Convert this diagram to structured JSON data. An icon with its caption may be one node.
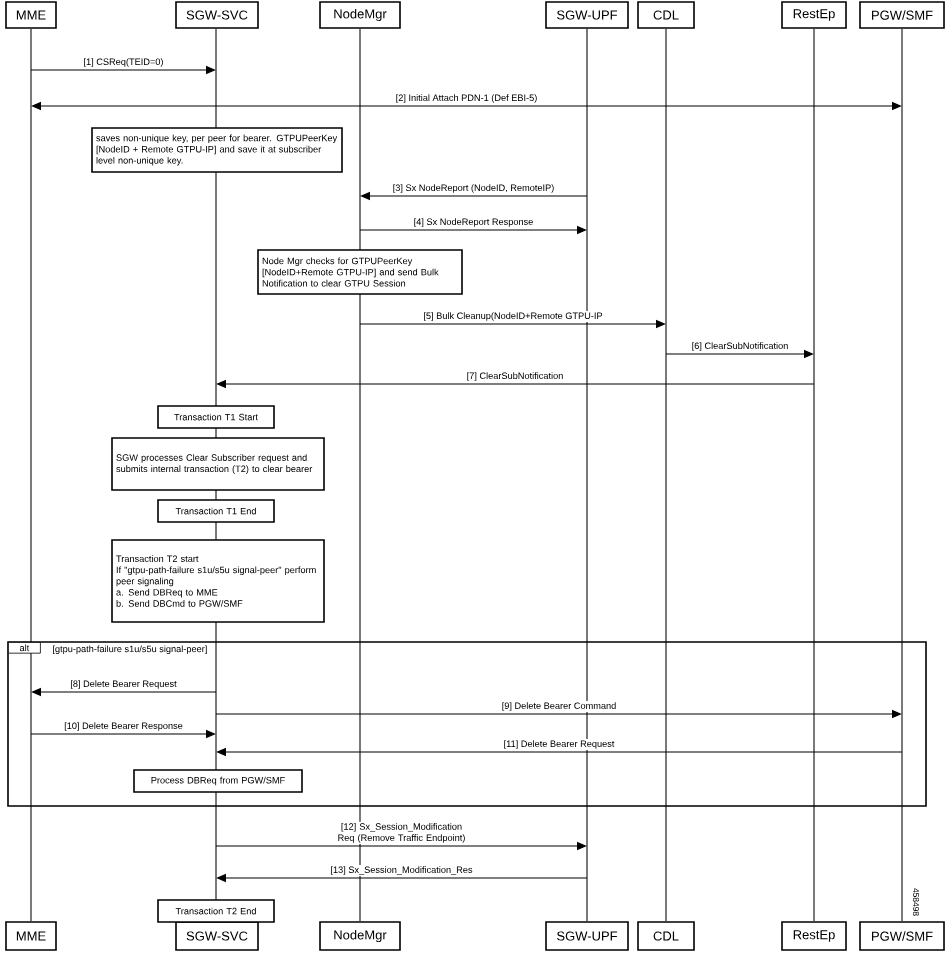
{
  "diagram": {
    "nodes": [
      {
        "text": [
          "MME"
        ]
      },
      {
        "text": [
          "SGW-SVC"
        ]
      },
      {
        "text": [
          "NodeMgr"
        ]
      },
      {
        "text": [
          "SGW-UPF"
        ]
      },
      {
        "text": [
          "CDL"
        ]
      },
      {
        "text": [
          "RestEp"
        ]
      },
      {
        "text": [
          "PGW/SMF"
        ]
      },
      {
        "text": [
          "MME"
        ]
      },
      {
        "text": [
          "SGW-SVC"
        ]
      },
      {
        "text": [
          "NodeMgr"
        ]
      },
      {
        "text": [
          "SGW-UPF"
        ]
      },
      {
        "text": [
          "CDL"
        ]
      },
      {
        "text": [
          "RestEp"
        ]
      },
      {
        "text": [
          "PGW/SMF"
        ]
      },
      {
        "text": [],
        "shape": "bar"
      },
      {
        "text": [],
        "shape": "bar"
      },
      {
        "text": [],
        "shape": "bar"
      },
      {
        "text": [],
        "shape": "bar"
      },
      {
        "text": [],
        "shape": "bar"
      },
      {
        "text": [],
        "shape": "bar"
      },
      {
        "text": [],
        "shape": "bar"
      },
      {
        "text": [],
        "shape": "bar"
      },
      {
        "text": [],
        "shape": "bar"
      },
      {
        "text": [],
        "shape": "bar"
      },
      {
        "text": [],
        "shape": "bar"
      },
      {
        "text": [],
        "shape": "bar"
      },
      {
        "text": [],
        "shape": "bar"
      },
      {
        "text": [],
        "shape": "bar"
      },
      {
        "text": [
          "saves non-unique key, per peer for bearer. GTPUPeerKey [NodeID + Remote GTPU-IP] and save it at subscriber level non-unique key."
        ]
      },
      {
        "text": [
          "Node Mgr checks for GTPUPeerKey [NodeID+Remote GTPU-IP] and send Bulk Notification to clear GTPU Session"
        ]
      },
      {
        "text": [
          "Transaction T1 Start"
        ]
      },
      {
        "text": [
          "SGW processes Clear Subscriber request and submits internal transaction (T2) to clear bearer"
        ]
      },
      {
        "text": [
          "Transaction T1 End"
        ]
      },
      {
        "text": [
          "Transaction T2 start",
          "If \"gtpu-path-failure s1u/s5u signal-peer\" perform peer signaling",
          "a. Send DBReq to MME",
          "b. Send DBCmd to PGW/SMF"
        ]
      },
      {
        "text": [
          "alt",
          "[gtpu-path-failure s1u/s5u signal-peer]"
        ]
      },
      {
        "text": [
          "Process DBReq from PGW/SMF"
        ],
        "in": 34
      },
      {
        "text": [
          "Transaction T2 End"
        ]
      }
    ],
    "edges": [
      {
        "from": 14,
        "to": 15,
        "arrow": "to",
        "label": "[1] CSReq(TEID=0)"
      },
      {
        "from": 14,
        "to": 27,
        "arrow": "both",
        "label": "[2] Initial Attach PDN-1 (Def EBI-5)"
      },
      {
        "from": 24,
        "to": 22,
        "arrow": "to",
        "label": "[3] Sx NodeReport (NodeID, RemoteIP)"
      },
      {
        "from": 22,
        "to": 24,
        "arrow": "to",
        "label": "[4] Sx NodeReport Response"
      },
      {
        "from": 23,
        "to": 25,
        "arrow": "to",
        "label": "[5] Bulk Cleanup(NodeID+Remote GTPU-IP"
      },
      {
        "from": 25,
        "to": 26,
        "arrow": "to",
        "label": "[6] ClearSubNotification"
      },
      {
        "from": 26,
        "to": 16,
        "arrow": "to",
        "label": "[7] ClearSubNotification"
      },
      {
        "from": 20,
        "to": 14,
        "arrow": "to",
        "label": "[8] Delete Bearer Request"
      },
      {
        "from": 20,
        "to": 27,
        "arrow": "to",
        "label": "[9] Delete Bearer Command"
      },
      {
        "from": 14,
        "to": 20,
        "arrow": "to",
        "label": "[10] Delete Bearer Response"
      },
      {
        "from": 27,
        "to": 20,
        "arrow": "to",
        "label": "[11] Delete Bearer Request"
      },
      {
        "from": 21,
        "to": 24,
        "arrow": "to",
        "label": "[12] Sx_Session_Modification Req (Remove Traffic Endpoint)"
      },
      {
        "from": 24,
        "to": 21,
        "arrow": "to",
        "label": "[13] Sx_Session_Modification_Res"
      }
    ],
    "labels": [
      "458498"
    ]
  }
}
